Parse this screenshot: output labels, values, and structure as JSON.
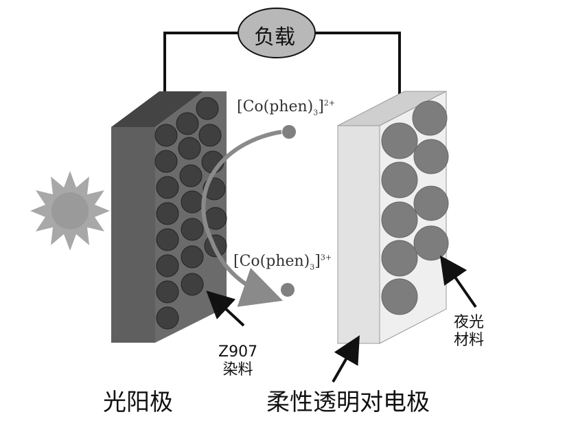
{
  "labels": {
    "load": "负载",
    "photoanode": "光阳极",
    "counter_electrode": "柔性透明对电极",
    "dye": [
      "Z907",
      "染料"
    ],
    "luminous_material": [
      "夜光",
      "材料"
    ]
  },
  "ions": {
    "reduced": {
      "base": "[Co(phen)",
      "sub": "3",
      "close": "]",
      "sup": "2+"
    },
    "oxidized": {
      "base": "[Co(phen)",
      "sub": "3",
      "close": "]",
      "sup": "3+"
    }
  },
  "colors": {
    "anode_face": "#5f5f5f",
    "anode_top": "#444444",
    "anode_side": "#6b6b6b",
    "dye_particle": "#3f3f3f",
    "cathode_face": "#e2e2e2",
    "cathode_top": "#cfcfcf",
    "cathode_side": "#efefef",
    "luminous_particle": "#7d7d7d",
    "load_fill": "#b8b8b8",
    "wire": "#111111",
    "arrow": "#8a8a8a",
    "sun": "#a8a8a8"
  }
}
